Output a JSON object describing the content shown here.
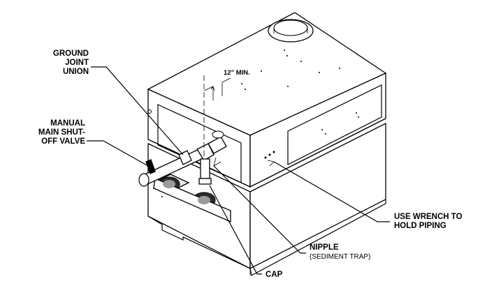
{
  "labels": {
    "ground_union": [
      "GROUND",
      "JOINT",
      "UNION"
    ],
    "shutoff_valve": [
      "MANUAL",
      "MAIN SHUT-",
      "OFF VALVE"
    ],
    "clearance": "12\" MIN.",
    "wrench": [
      "USE WRENCH TO",
      "HOLD PIPING"
    ],
    "nipple": "NIPPLE",
    "nipple_sub": "(SEDIMENT TRAP)",
    "cap": "CAP"
  }
}
